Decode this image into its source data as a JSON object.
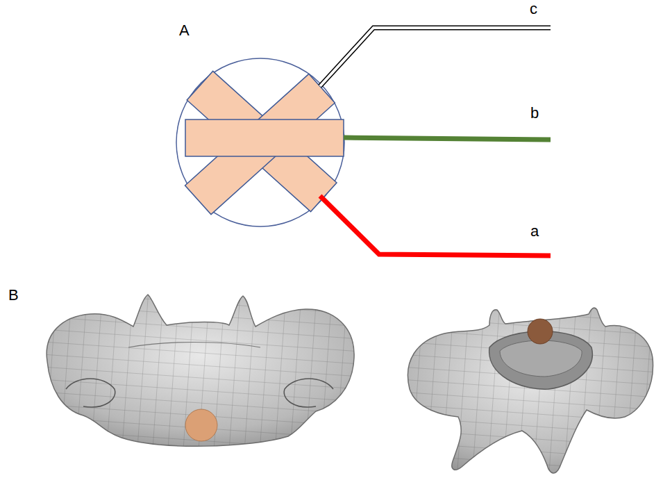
{
  "diagram": {
    "labels": [
      "A",
      "c",
      "b",
      "a",
      "B"
    ]
  }
}
